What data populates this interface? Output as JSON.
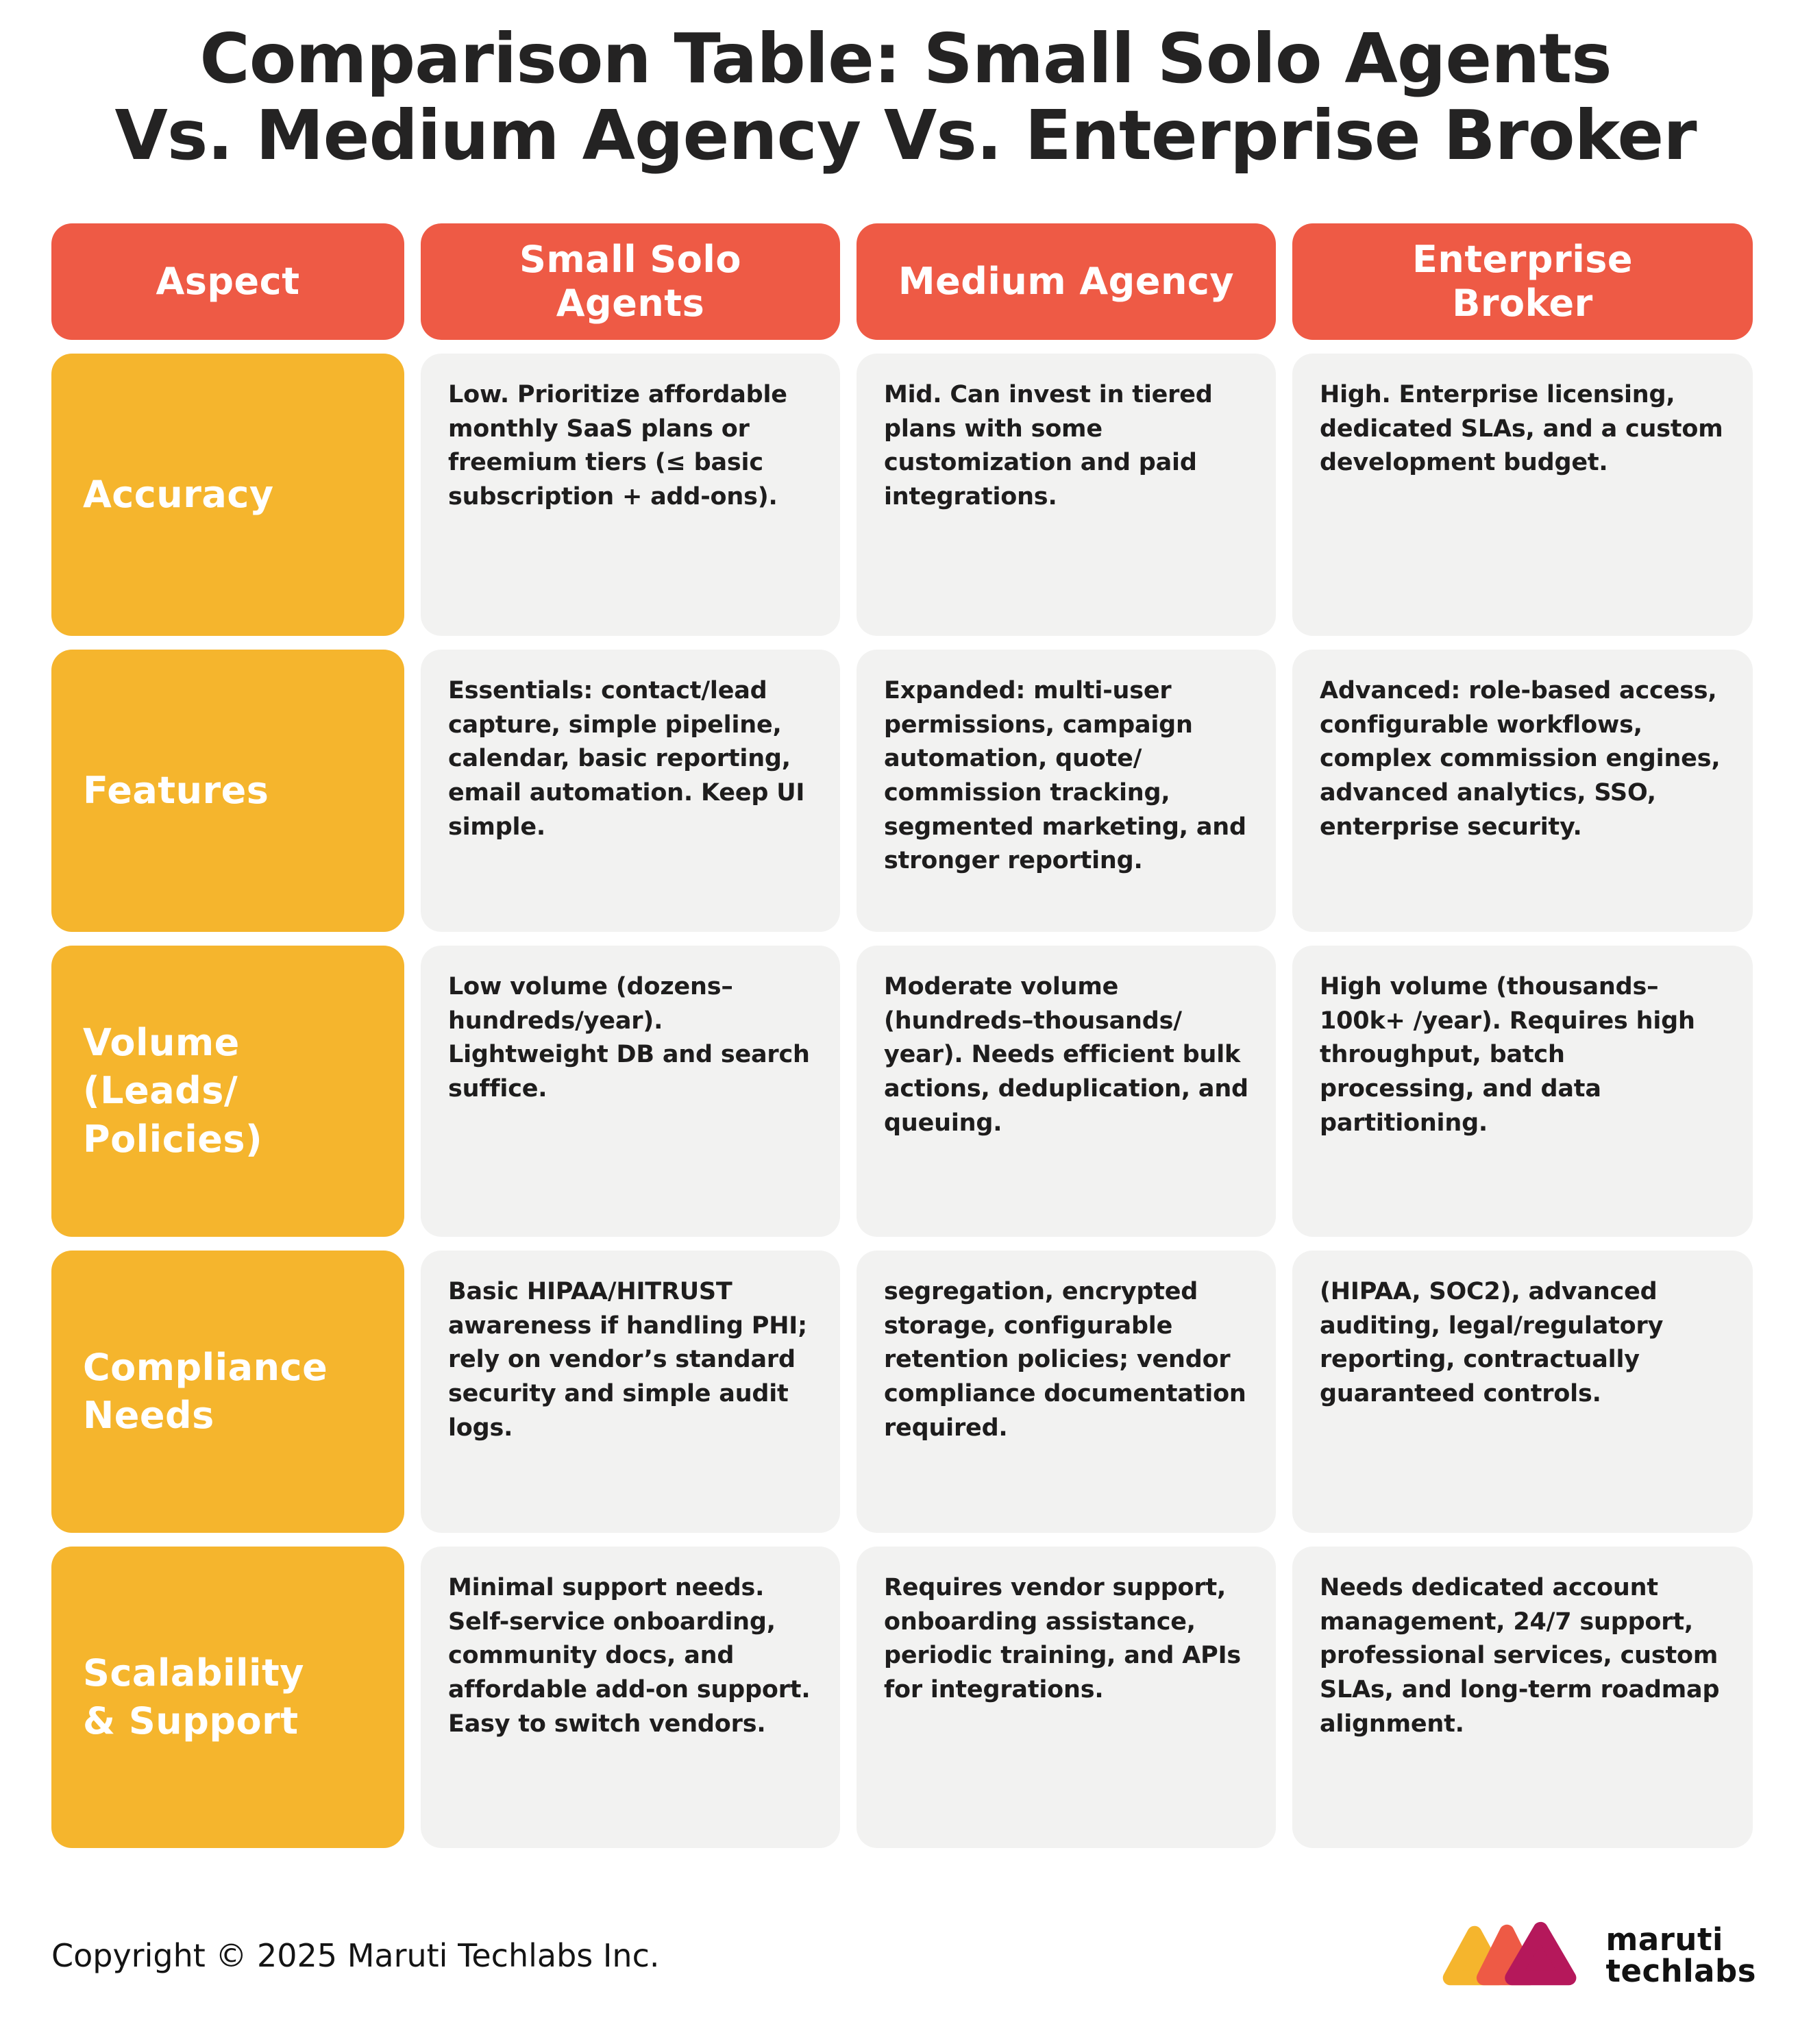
{
  "title": {
    "line1": "Comparison Table: Small Solo Agents",
    "line2": "Vs. Medium Agency Vs. Enterprise Broker"
  },
  "chart_data": {
    "type": "table",
    "title": "Comparison Table: Small Solo Agents Vs. Medium Agency Vs. Enterprise Broker",
    "columns": [
      "Aspect",
      "Small Solo Agents",
      "Medium Agency",
      "Enterprise Broker"
    ],
    "rows": [
      [
        "Accuracy",
        "Low. Prioritize affordable monthly SaaS plans or freemium tiers (≤ basic subscription + add-ons).",
        "Mid. Can invest in tiered plans with some customization and paid integrations.",
        "High. Enterprise licensing, dedicated SLAs, and a custom development budget."
      ],
      [
        "Features",
        "Essentials: contact/lead capture, simple pipeline, calendar, basic reporting, email automation. Keep UI simple.",
        "Expanded: multi-user permissions, campaign automation, quote/ commission tracking, segmented marketing, and stronger reporting.",
        "Advanced: role-based access, configurable workflows, complex commission engines, advanced analytics, SSO, enterprise security."
      ],
      [
        "Volume (Leads/Policies)",
        "Low volume (dozens–hundreds/year). Lightweight DB and search suffice.",
        "Moderate volume (hundreds–thousands/ year). Needs efficient bulk actions, deduplication, and queuing.",
        "High volume (thousands–100k+ /year). Requires high throughput, batch processing, and data partitioning."
      ],
      [
        "Compliance Needs",
        "Basic HIPAA/HITRUST awareness if handling PHI; rely on vendor’s standard security and simple audit logs.",
        "segregation, encrypted storage, configurable retention policies; vendor compliance documentation required.",
        "(HIPAA, SOC2), advanced auditing, legal/regulatory reporting, contractually guaranteed controls."
      ],
      [
        "Scalability & Support",
        "Minimal support needs. Self-service onboarding, community docs, and affordable add-on support. Easy to switch vendors.",
        "Requires vendor support, onboarding assistance, periodic training, and APIs for integrations.",
        "Needs dedicated account management, 24/7 support, professional services, custom SLAs, and long-term roadmap alignment."
      ]
    ],
    "layout": {
      "header_position": "top-row",
      "grid": "rounded-card-cells"
    }
  },
  "display": {
    "headers": [
      "Aspect",
      "Small Solo\nAgents",
      "Medium Agency",
      "Enterprise\nBroker"
    ],
    "aspects": [
      "Accuracy",
      "Features",
      "Volume\n(Leads/\nPolicies)",
      "Compliance\nNeeds",
      "Scalability\n& Support"
    ]
  },
  "footer": {
    "copyright": "Copyright © 2025 Maruti Techlabs Inc.",
    "logo": {
      "line1": "maruti",
      "line2": "techlabs"
    }
  },
  "colors": {
    "header_bg": "#EE5A45",
    "aspect_bg": "#F5B52D",
    "cell_bg": "#F2F2F1",
    "text": "#1E1D1D",
    "logo_yellow": "#F5B52D",
    "logo_orange": "#EE5A45",
    "logo_magenta": "#B5185B"
  }
}
